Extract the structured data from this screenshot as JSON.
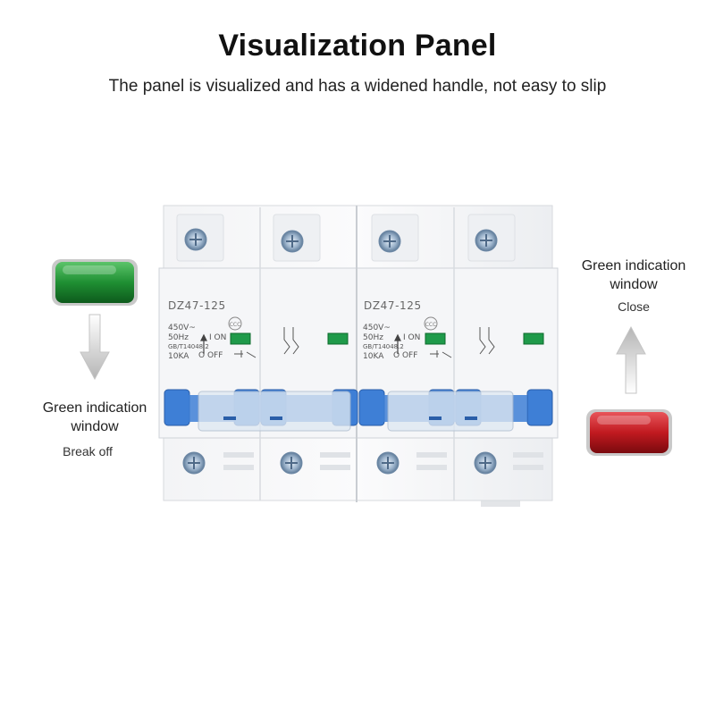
{
  "header": {
    "title": "Visualization Panel",
    "subtitle": "The panel is visualized and has a widened handle, not easy to slip"
  },
  "left_callout": {
    "label_line1": "Green indication",
    "label_line2": "window",
    "state": "Break off",
    "indicator_color": "#1c8a2c"
  },
  "right_callout": {
    "label_line1": "Green indication",
    "label_line2": "window",
    "state": "Close",
    "indicator_color": "#c0141a"
  },
  "breaker": {
    "module_left": {
      "model": "DZ47-125",
      "rating1": "450V~",
      "rating2": "50Hz",
      "standard": "GB/T14048.2",
      "capacity": "10KA",
      "on_label": "I ON",
      "off_label": "O OFF"
    },
    "module_right": {
      "model": "DZ47-125",
      "rating1": "450V~",
      "rating2": "50Hz",
      "standard": "GB/T14048.2",
      "capacity": "10KA",
      "on_label": "I ON",
      "off_label": "O OFF"
    },
    "handle_color": "#3e7fd6",
    "window_color": "#1f9a4a"
  }
}
